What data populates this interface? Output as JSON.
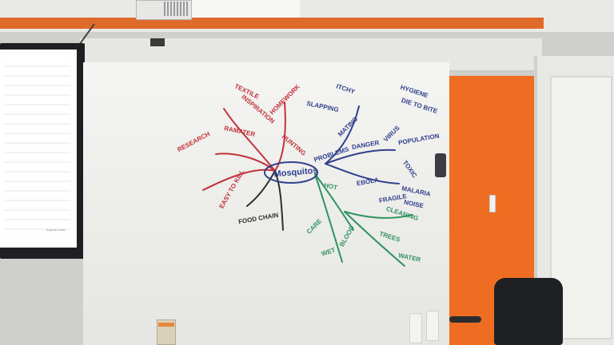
{
  "whiteboard": {
    "center_label": "Mosquitos",
    "branches": [
      "RESEARCH",
      "EASY TO KILL",
      "TEXTILE",
      "INSPIRATION",
      "HOMEWORK",
      "RAMATER",
      "HUNTING",
      "FOOD CHAIN",
      "PROBLEMS",
      "MATING",
      "CLEANING",
      "TREES",
      "SLAPPING",
      "DANGER",
      "ITCHY",
      "MALARIA",
      "EBOLA",
      "TOXIC",
      "VIRUS",
      "NOISE",
      "FRAGILE",
      "HYGIENE",
      "DIE TO BITE",
      "POPULATION",
      "CARE",
      "WET",
      "BLOOD",
      "HOT",
      "WATER"
    ]
  },
  "screen": {
    "caption": "image title credits"
  },
  "colors": {
    "wall_orange": "#ef6d22",
    "whiteboard": "#efefec",
    "red_ink": "#c2323a",
    "blue_ink": "#30408c",
    "green_ink": "#2f9361"
  }
}
